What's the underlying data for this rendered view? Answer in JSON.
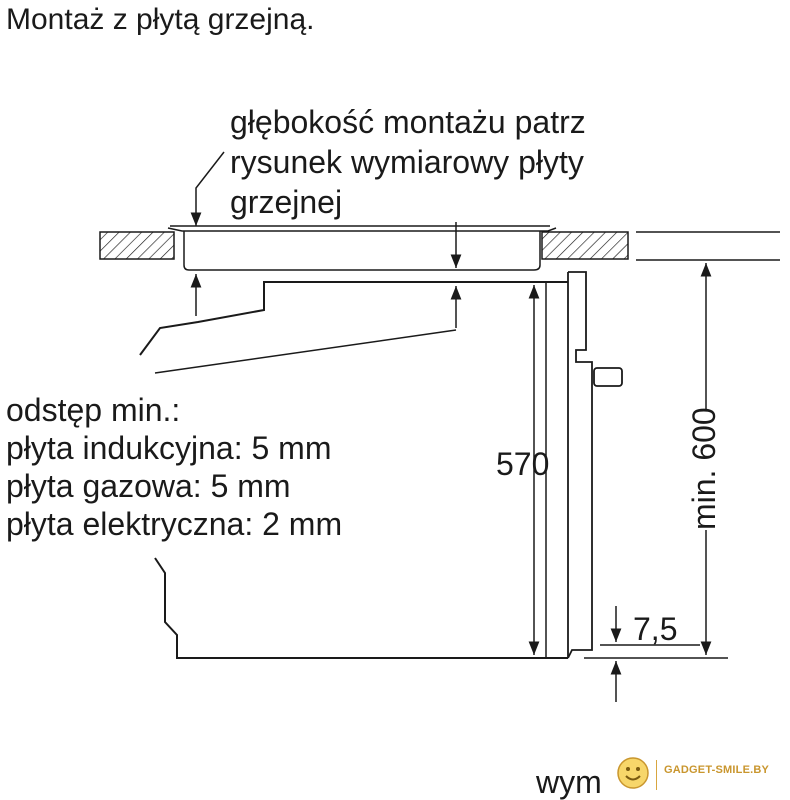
{
  "title": "Montaż z płytą grzejną.",
  "depth_note": {
    "lines": [
      "głębokość montażu patrz",
      "rysunek wymiarowy płyty",
      "grzejnej"
    ]
  },
  "gap_note": {
    "lines": [
      "odstęp min.:",
      "płyta indukcyjna: 5 mm",
      "płyta gazowa: 5 mm",
      "płyta elektryczna: 2 mm"
    ]
  },
  "dimensions": {
    "oven_height": "570",
    "niche_height": "min. 600",
    "offset": "7,5"
  },
  "footer": {
    "partial_word": "wym"
  },
  "watermark": {
    "text": "GADGET-SMILE.BY"
  },
  "colors": {
    "line": "#1a1a1a",
    "watermark": "#c9962e"
  }
}
